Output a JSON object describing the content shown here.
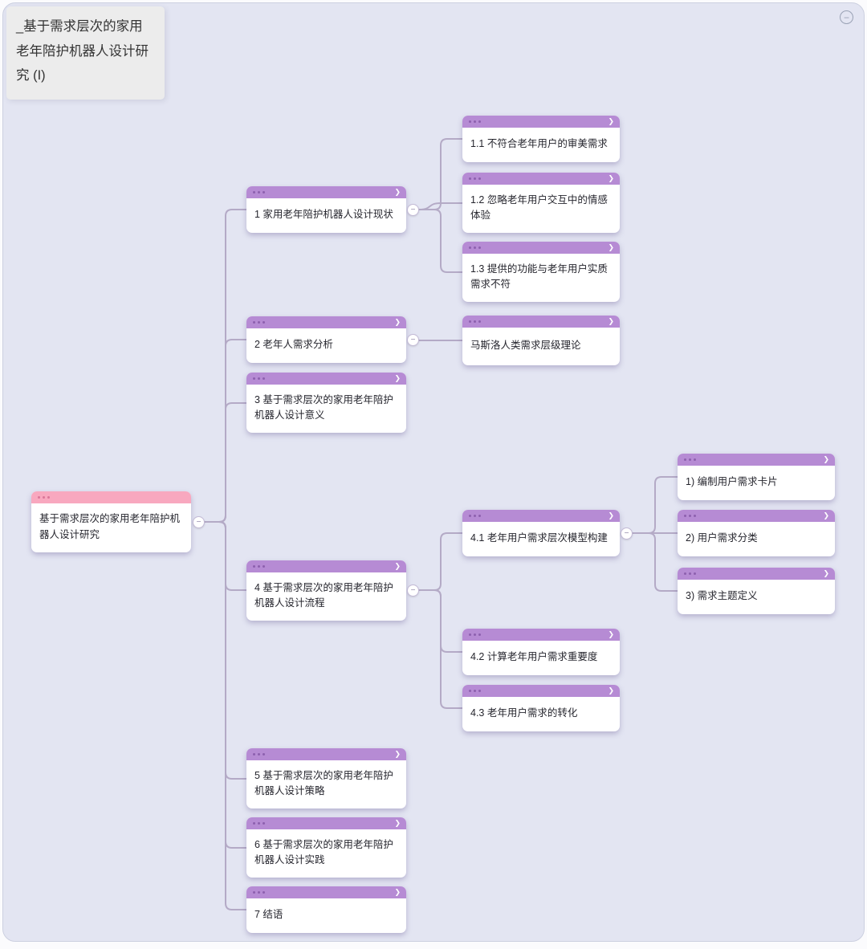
{
  "colors": {
    "canvas_bg": "#e3e5f2",
    "node_header_purple": "#b68bd4",
    "node_header_pink": "#f8a8bf",
    "connector_line": "#b4aac6",
    "title_card_bg": "#ececec"
  },
  "icons": {
    "expand_arrow": "❯",
    "collapse_minus": "−"
  },
  "title_card": {
    "text": "_基于需求层次的家用老年陪护机器人设计研究 (I)"
  },
  "nodes": {
    "root": {
      "label": "基于需求层次的家用老年陪护机器人设计研究"
    },
    "n1": {
      "label": "1 家用老年陪护机器人设计现状"
    },
    "n1_1": {
      "label": "1.1 不符合老年用户的审美需求"
    },
    "n1_2": {
      "label": "1.2 忽略老年用户交互中的情感体验"
    },
    "n1_3": {
      "label": "1.3 提供的功能与老年用户实质需求不符"
    },
    "n2": {
      "label": "2 老年人需求分析"
    },
    "n2_1": {
      "label": "马斯洛人类需求层级理论"
    },
    "n3": {
      "label": "3 基于需求层次的家用老年陪护机器人设计意义"
    },
    "n4": {
      "label": "4 基于需求层次的家用老年陪护机器人设计流程"
    },
    "n4_1": {
      "label": "4.1 老年用户需求层次模型构建"
    },
    "n4_1_1": {
      "label": "1) 编制用户需求卡片"
    },
    "n4_1_2": {
      "label": "2) 用户需求分类"
    },
    "n4_1_3": {
      "label": "3) 需求主题定义"
    },
    "n4_2": {
      "label": "4.2 计算老年用户需求重要度"
    },
    "n4_3": {
      "label": "4.3 老年用户需求的转化"
    },
    "n5": {
      "label": "5 基于需求层次的家用老年陪护机器人设计策略"
    },
    "n6": {
      "label": "6 基于需求层次的家用老年陪护机器人设计实践"
    },
    "n7": {
      "label": "7 结语"
    }
  }
}
